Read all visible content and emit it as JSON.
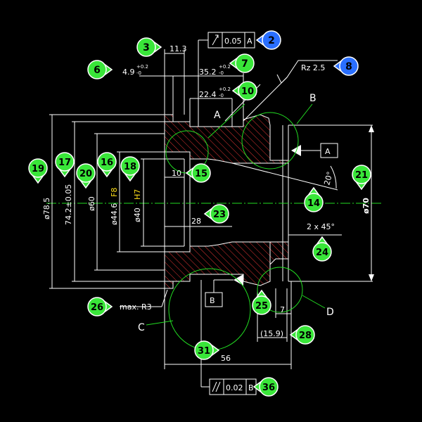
{
  "dimensions": {
    "d78_5": "ø78.5",
    "d74_2": "74.2±0.05",
    "d60": "ø60",
    "d44_6": "ø44.6",
    "d44_6_fit": "F8",
    "d40": "ø40",
    "d40_fit": "H7",
    "d70": "ø70",
    "len_11_3": "11.3",
    "len_4_9": "4.9",
    "len_4_9_tol_up": "+0.2",
    "len_4_9_tol_lo": "-0",
    "len_35_2": "35.2",
    "len_35_2_tol_up": "+0.2",
    "len_35_2_tol_lo": "-0",
    "len_22_4": "22.4",
    "len_22_4_tol_up": "+0.2",
    "len_22_4_tol_lo": "-0",
    "len_10": "10",
    "len_28": "28",
    "len_56": "56",
    "len_7": "7",
    "len_15_9": "(15.9)",
    "angle_20": "20°",
    "chamfer": "2 x 45°",
    "radius": "max. R3",
    "roughness": "Rz 2.5",
    "runout_value": "0.05",
    "runout_datum": "A",
    "parallel_value": "0.02",
    "parallel_datum": "B"
  },
  "labels": {
    "A_top": "A",
    "B_top": "B",
    "C": "C",
    "D": "D",
    "datum_A": "A",
    "datum_B": "B"
  },
  "balloons": [
    {
      "id": "b2",
      "num": "2",
      "color": "#2a6fff"
    },
    {
      "id": "b3",
      "num": "3",
      "color": "#39e639"
    },
    {
      "id": "b6",
      "num": "6",
      "color": "#39e639"
    },
    {
      "id": "b7",
      "num": "7",
      "color": "#39e639"
    },
    {
      "id": "b8",
      "num": "8",
      "color": "#2a6fff"
    },
    {
      "id": "b10",
      "num": "10",
      "color": "#39e639"
    },
    {
      "id": "b14",
      "num": "14",
      "color": "#39e639"
    },
    {
      "id": "b15",
      "num": "15",
      "color": "#39e639"
    },
    {
      "id": "b16",
      "num": "16",
      "color": "#39e639"
    },
    {
      "id": "b17",
      "num": "17",
      "color": "#39e639"
    },
    {
      "id": "b18",
      "num": "18",
      "color": "#39e639"
    },
    {
      "id": "b19",
      "num": "19",
      "color": "#39e639"
    },
    {
      "id": "b20",
      "num": "20",
      "color": "#39e639"
    },
    {
      "id": "b21",
      "num": "21",
      "color": "#39e639"
    },
    {
      "id": "b23",
      "num": "23",
      "color": "#39e639"
    },
    {
      "id": "b24",
      "num": "24",
      "color": "#39e639"
    },
    {
      "id": "b25",
      "num": "25",
      "color": "#39e639"
    },
    {
      "id": "b26",
      "num": "26",
      "color": "#39e639"
    },
    {
      "id": "b28",
      "num": "28",
      "color": "#39e639"
    },
    {
      "id": "b31",
      "num": "31",
      "color": "#39e639"
    },
    {
      "id": "b36",
      "num": "36",
      "color": "#39e639"
    }
  ],
  "colors": {
    "background": "#000000",
    "outline": "#ffffff",
    "hatch": "#ff3b3b",
    "detail_circle": "#22dd22",
    "fit_text": "#ffe01a"
  }
}
